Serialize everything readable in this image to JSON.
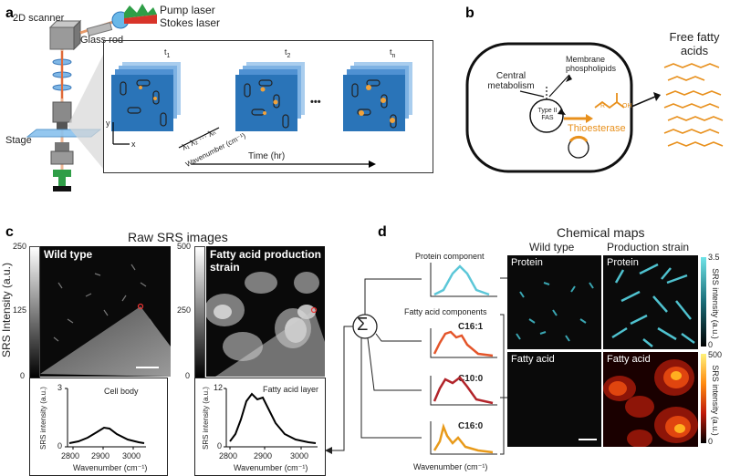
{
  "panel_a": {
    "label": "a",
    "scanner_label": "2D scanner",
    "glass_rod_label": "Glass rod",
    "pump_laser_label": "Pump laser",
    "stokes_laser_label": "Stokes laser",
    "stage_label": "Stage",
    "t1_label": "t",
    "t1_sub": "1",
    "t2_label": "t",
    "t2_sub": "2",
    "tn_label": "t",
    "tn_sub": "n",
    "ellipsis": "•••",
    "y_label": "y",
    "x_label": "x",
    "lambda_label": "λ₁ λ₂ ··· λₙ",
    "wavenumber_label": "Wavenumber (cm⁻¹)",
    "time_label": "Time (hr)"
  },
  "panel_b": {
    "label": "b",
    "central_metabolism": "Central metabolism",
    "membrane_phospholipids": "Membrane phospholipids",
    "type2_fas": "Type II FAS",
    "r_label": "R",
    "oh_label": "OH",
    "thioesterase": "Thioesterase",
    "free_fatty_acids": "Free fatty acids"
  },
  "panel_c": {
    "label": "c",
    "title": "Raw SRS images",
    "left_image_label": "Wild type",
    "right_image_label": "Fatty acid production strain",
    "colorbar_left_ticks": [
      "250",
      "125",
      "0"
    ],
    "colorbar_right_ticks": [
      "500",
      "250",
      "0"
    ],
    "colorbar_ylabel": "SRS Intensity (a.u.)",
    "left_spectrum": {
      "legend": "Cell body",
      "ylabel": "SRS intensity (a.u.)",
      "xlabel": "Wavenumber (cm⁻¹)",
      "yticks": [
        "3",
        "0"
      ],
      "xticks": [
        "2800",
        "2900",
        "3000"
      ]
    },
    "right_spectrum": {
      "legend": "Fatty acid layer",
      "ylabel": "SRS intensity (a.u.)",
      "xlabel": "Wavenumber (cm⁻¹)",
      "yticks": [
        "12",
        "0"
      ],
      "xticks": [
        "2800",
        "2900",
        "3000"
      ]
    }
  },
  "panel_d": {
    "label": "d",
    "title": "Chemical maps",
    "protein_component": "Protein component",
    "fatty_acid_components": "Fatty acid components",
    "sum_symbol": "Σ",
    "c161": "C16:1",
    "c100": "C10:0",
    "c160": "C16:0",
    "wavenumber_label": "Wavenumber (cm⁻¹)",
    "wild_type": "Wild type",
    "production_strain": "Production strain",
    "protein_label_1": "Protein",
    "protein_label_2": "Protein",
    "fatty_label_1": "Fatty acid",
    "fatty_label_2": "Fatty acid",
    "protein_colorbar_ticks": [
      "3.5",
      "0"
    ],
    "fatty_colorbar_ticks": [
      "500",
      "0"
    ],
    "colorbar_ylabel": "SRS intensity (a.u.)"
  },
  "colors": {
    "laser_red": "#d8342a",
    "laser_green": "#2f9e47",
    "blue_frame": "#2a74b8",
    "orange": "#e8901c",
    "cyan": "#5cc7d8",
    "dark_red": "#b2242a",
    "red_orange": "#e4552a",
    "orange_yellow": "#e89a1a"
  }
}
